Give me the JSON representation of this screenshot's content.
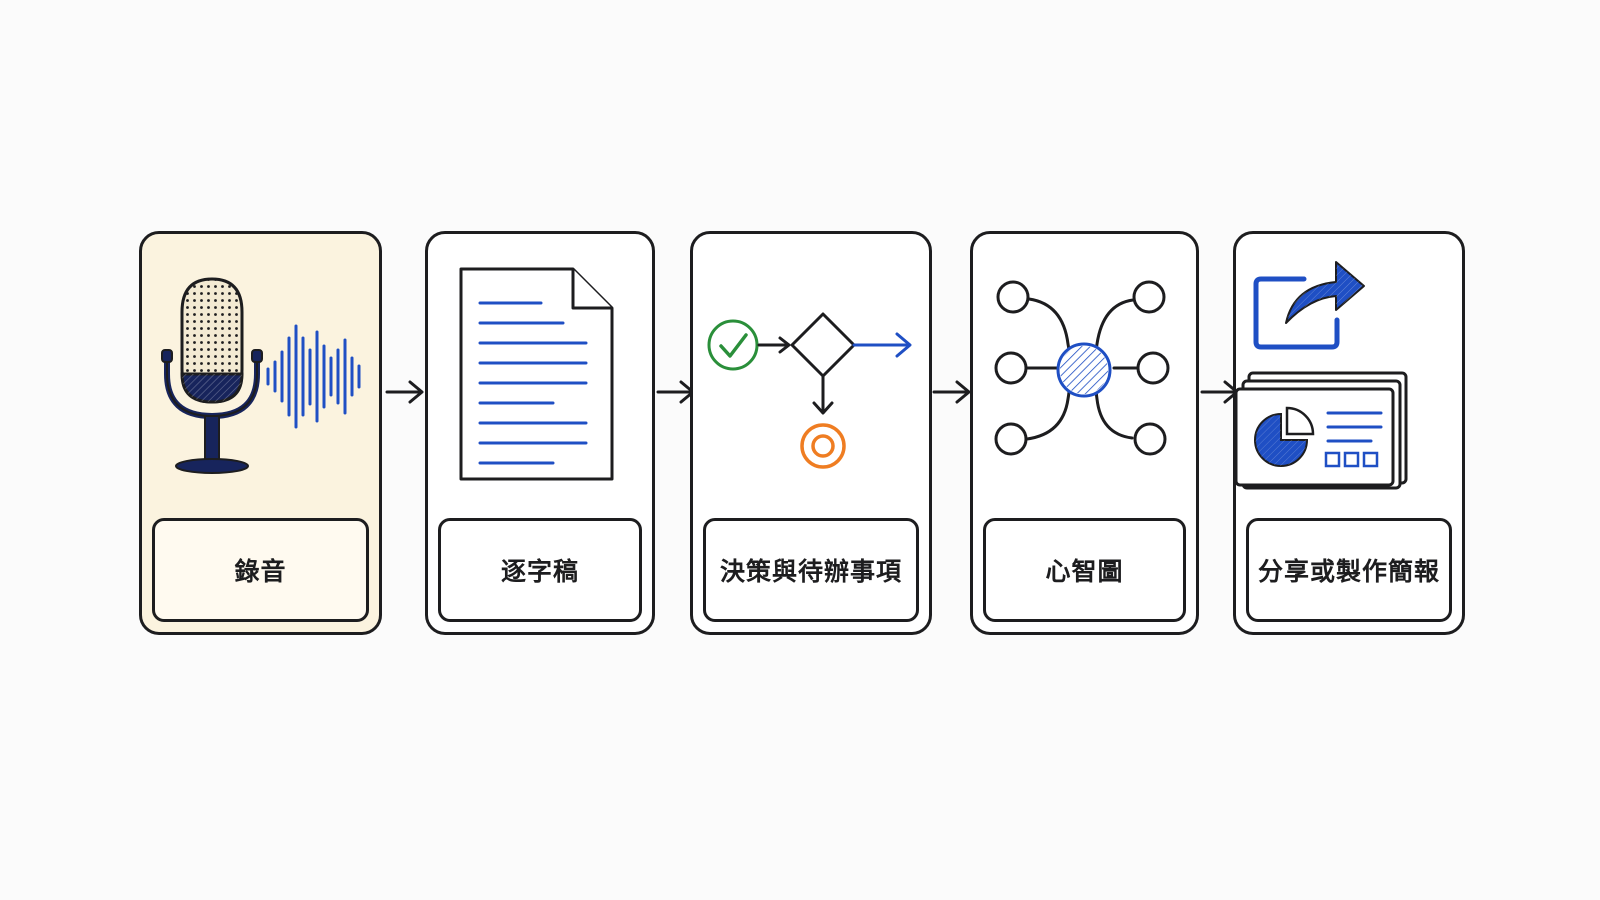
{
  "steps": [
    {
      "label": "錄音",
      "icon": "microphone-soundwave-icon"
    },
    {
      "label": "逐字稿",
      "icon": "transcript-document-icon"
    },
    {
      "label": "決策與待辦事項",
      "icon": "decision-flowchart-icon"
    },
    {
      "label": "心智圖",
      "icon": "mind-map-icon"
    },
    {
      "label": "分享或製作簡報",
      "icon": "share-presentation-icon"
    }
  ],
  "colors": {
    "ink": "#1d1d1f",
    "blue": "#1f4fc4",
    "green": "#2a8f3a",
    "orange": "#ef7d22",
    "highlight_bg": "#fbf3df"
  }
}
